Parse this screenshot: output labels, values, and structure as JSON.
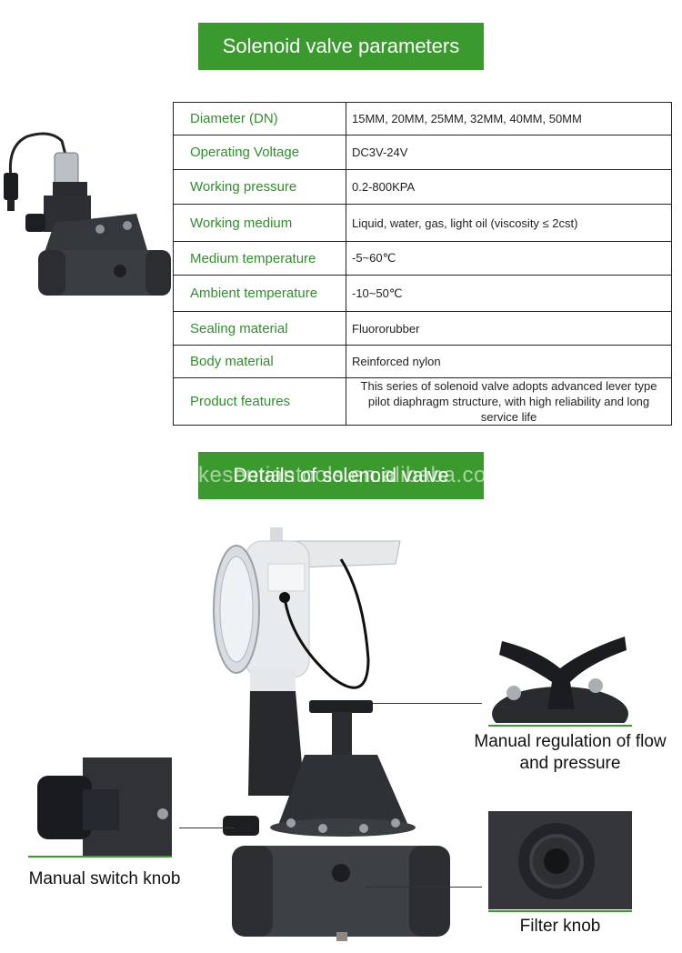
{
  "banners": {
    "parameters": "Solenoid valve parameters",
    "details": "Details of solenoid valve",
    "watermark": "kesentiantools.en.alibaba.com"
  },
  "spec_rows": [
    {
      "key": "Diameter (DN)",
      "value": "15MM, 20MM, 25MM, 32MM, 40MM, 50MM"
    },
    {
      "key": "Operating Voltage",
      "value": "DC3V-24V"
    },
    {
      "key": "Working pressure",
      "value": "0.2-800KPA"
    },
    {
      "key": "Working medium",
      "value": "Liquid, water, gas, light oil (viscosity ≤ 2cst)"
    },
    {
      "key": "Medium temperature",
      "value": "-5~60℃"
    },
    {
      "key": "Ambient temperature",
      "value": "-10~50℃"
    },
    {
      "key": "Sealing material",
      "value": "Fluororubber"
    },
    {
      "key": "Body material",
      "value": "Reinforced nylon"
    },
    {
      "key": "Product features",
      "value": "This series of solenoid valve adopts advanced lever type pilot diaphragm structure, with high reliability and long service life"
    }
  ],
  "callouts": {
    "manual_regulation": "Manual regulation of flow and pressure",
    "manual_switch": "Manual switch knob",
    "filter": "Filter knob"
  },
  "colors": {
    "banner_green": "#3a9a2e",
    "key_text_green": "#2f8f2a",
    "valve_body": "#3a3d42",
    "valve_light": "#dfe3e6"
  }
}
